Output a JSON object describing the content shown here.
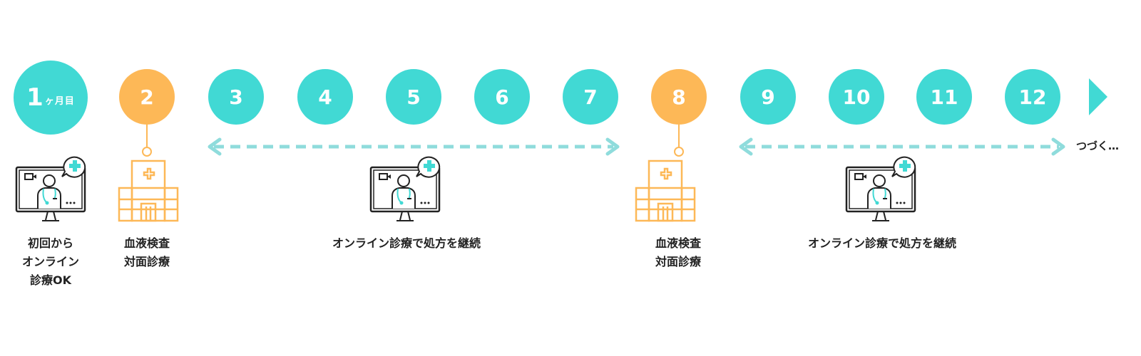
{
  "timeline": {
    "first": {
      "number": "1",
      "unit": "ヶ月目"
    },
    "months": [
      "2",
      "3",
      "4",
      "5",
      "6",
      "7",
      "8",
      "9",
      "10",
      "11",
      "12"
    ],
    "continue_text": "つづく…"
  },
  "labels": {
    "first": [
      "初回から",
      "オンライン",
      "診療OK"
    ],
    "blood1": [
      "血液検査",
      "対面診療"
    ],
    "online1": "オンライン診療で処方を継続",
    "blood2": [
      "血液検査",
      "対面診療"
    ],
    "online2": "オンライン診療で処方を継続"
  },
  "colors": {
    "teal": "#41d9d4",
    "orange": "#fdb857",
    "dashed": "#8fdcdc",
    "dark": "#222222"
  },
  "icons": [
    "online-doctor-icon",
    "hospital-icon"
  ]
}
